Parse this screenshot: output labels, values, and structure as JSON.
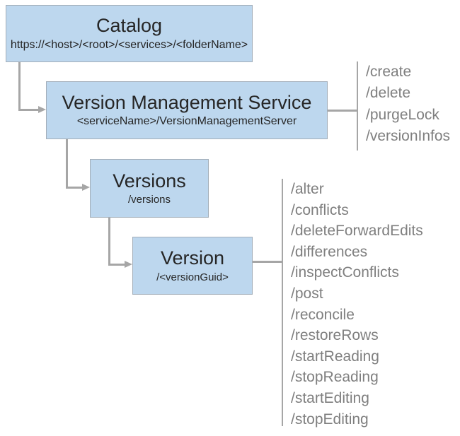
{
  "colors": {
    "node_fill": "#BDD7EE",
    "node_border": "#A3AEB9",
    "connector": "#A6A6A6",
    "title_text": "#262626",
    "operation_text": "#7F7F7F"
  },
  "diagram": {
    "nodes": [
      {
        "title": "Catalog",
        "subtitle": "https://<host>/<root>/<services>/<folderName>"
      },
      {
        "title": "Version Management Service",
        "subtitle": "<serviceName>/VersionManagementServer",
        "operations": [
          "/create",
          "/delete",
          "/purgeLock",
          "/versionInfos"
        ]
      },
      {
        "title": "Versions",
        "subtitle": "/versions"
      },
      {
        "title": "Version",
        "subtitle": "/<versionGuid>",
        "operations": [
          "/alter",
          "/conflicts",
          "/deleteForwardEdits",
          "/differences",
          "/inspectConflicts",
          "/post",
          "/reconcile",
          "/restoreRows",
          "/startReading",
          "/stopReading",
          "/startEditing",
          "/stopEditing"
        ]
      }
    ]
  }
}
